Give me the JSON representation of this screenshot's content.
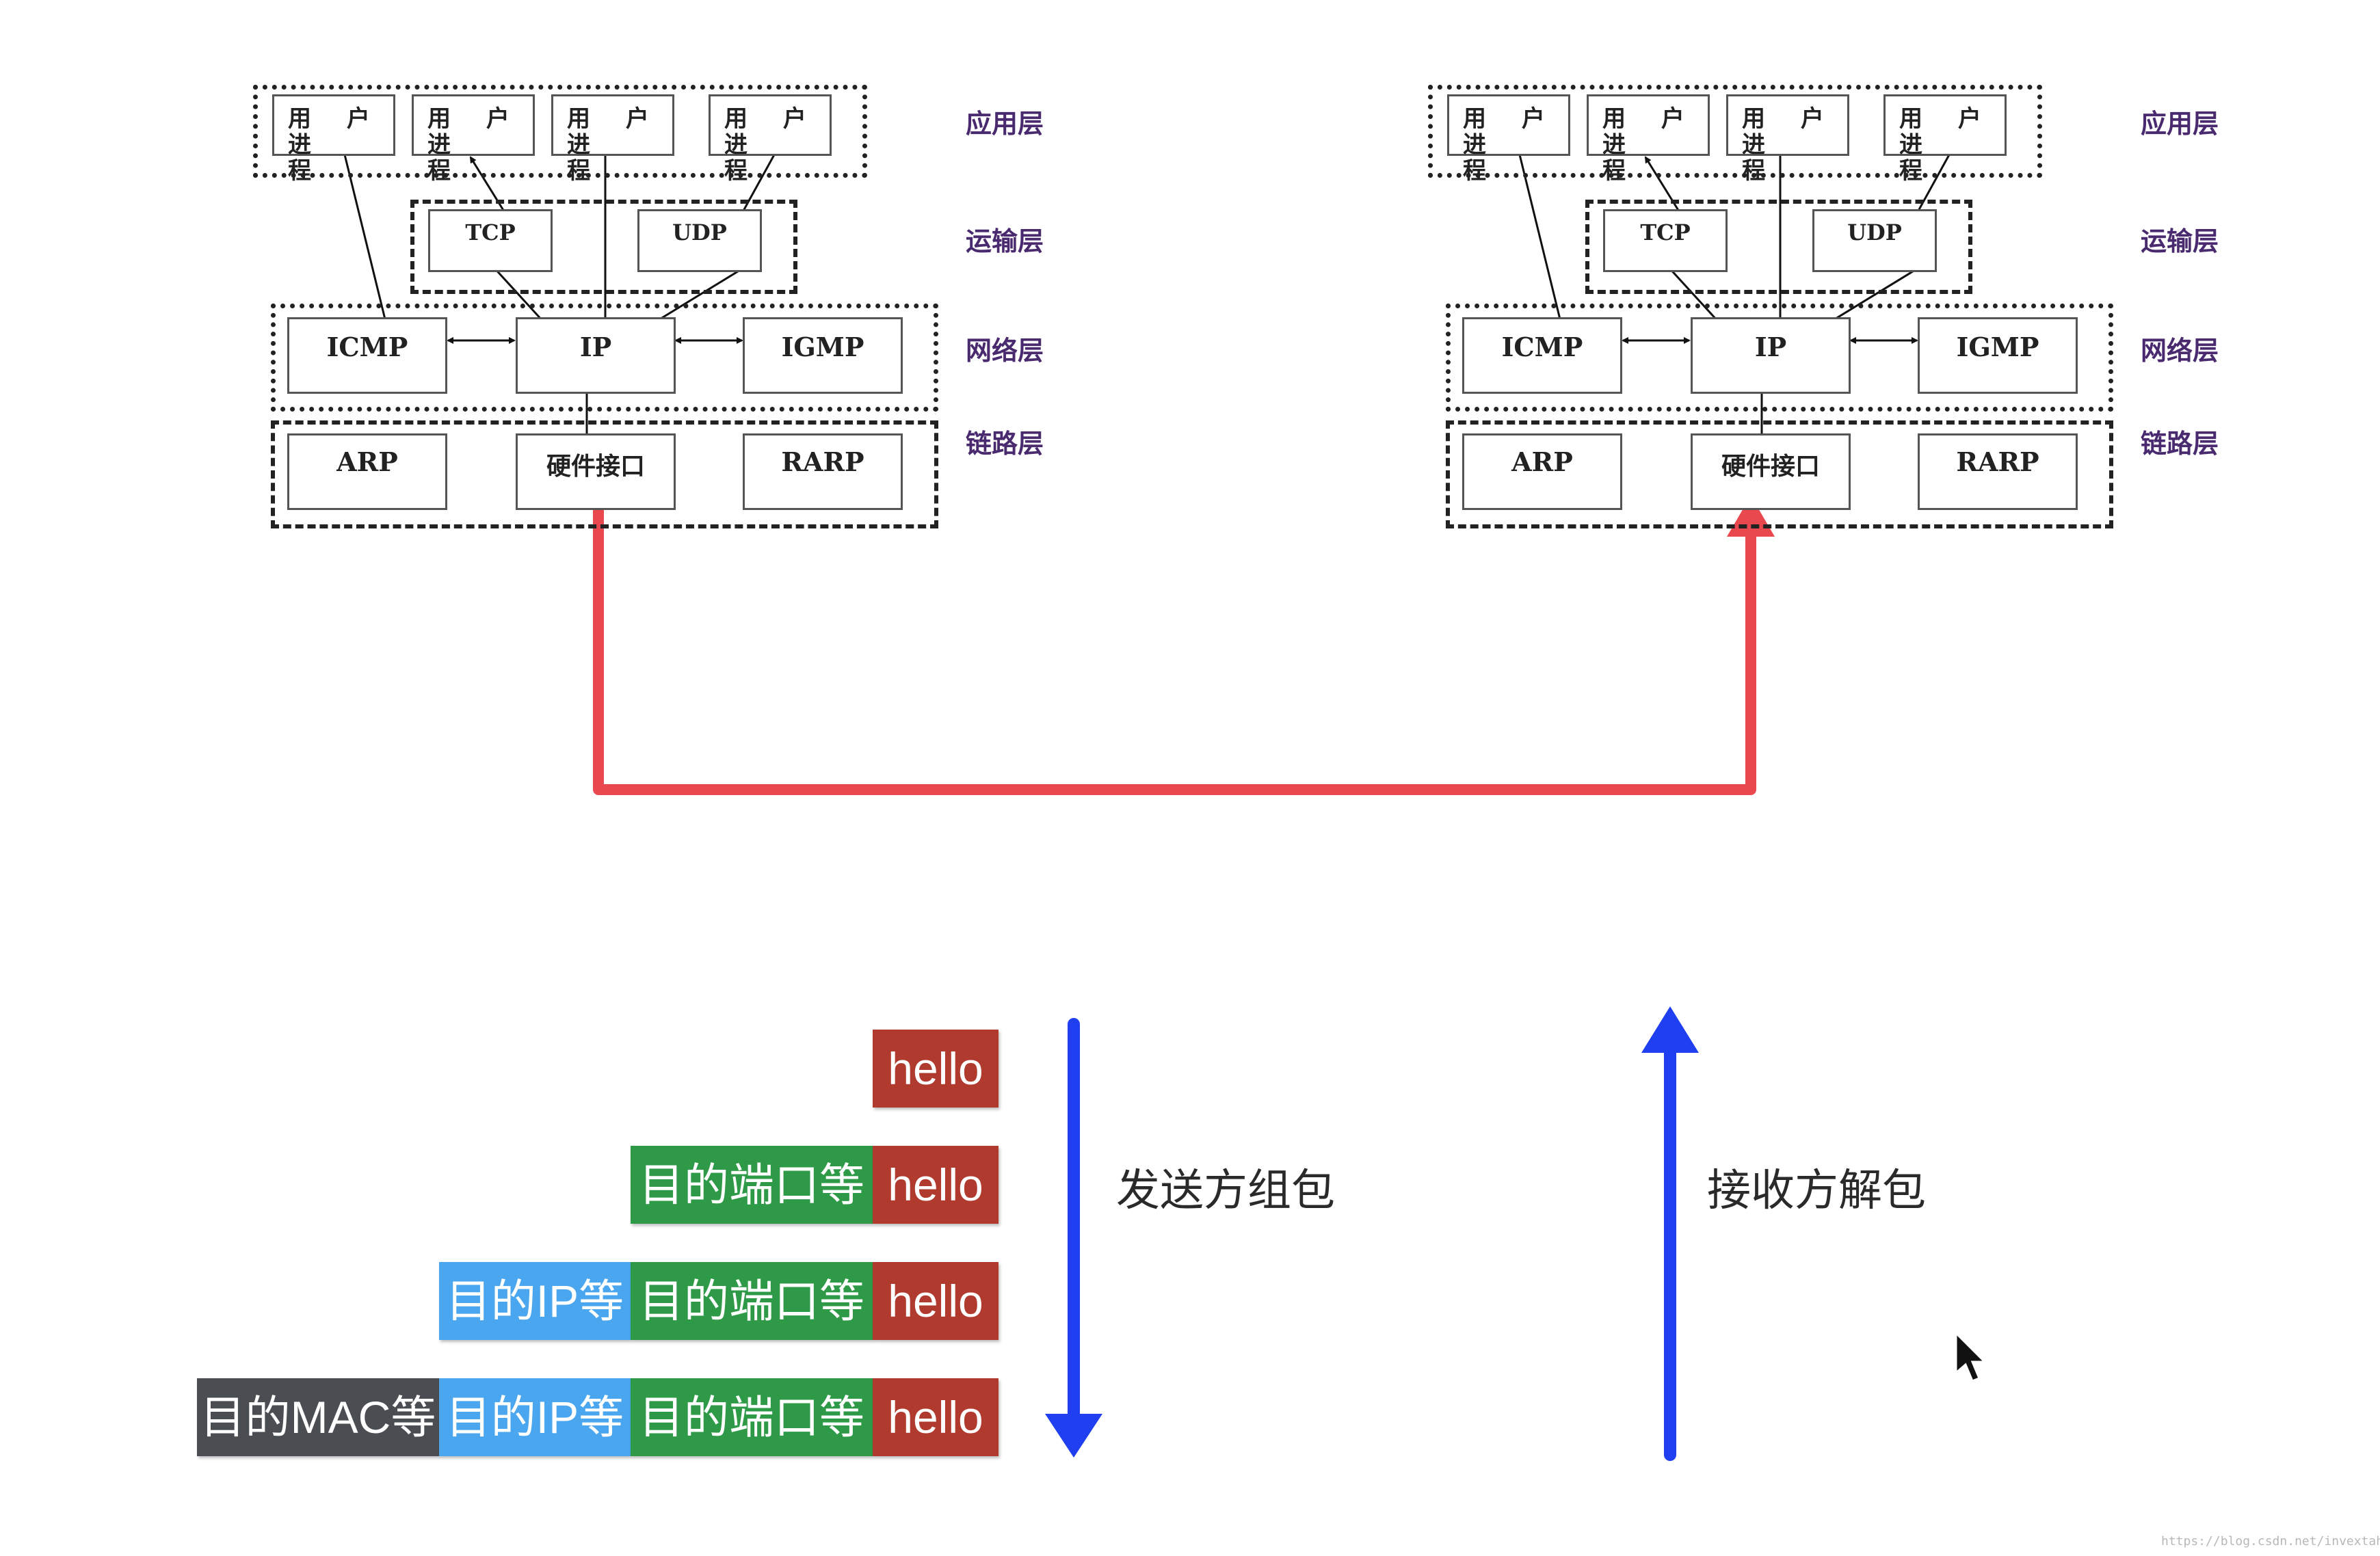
{
  "diagrams": {
    "left": {
      "user_process_label": "用 户 进\n程",
      "tcp": "TCP",
      "udp": "UDP",
      "icmp": "ICMP",
      "ip": "IP",
      "igmp": "IGMP",
      "arp": "ARP",
      "hardware_interface": "硬件接口",
      "rarp": "RARP",
      "layers": {
        "application": "应用层",
        "transport": "运输层",
        "network": "网络层",
        "link": "链路层"
      }
    },
    "right": {
      "user_process_label": "用 户 进\n程",
      "tcp": "TCP",
      "udp": "UDP",
      "icmp": "ICMP",
      "ip": "IP",
      "igmp": "IGMP",
      "arp": "ARP",
      "hardware_interface": "硬件接口",
      "rarp": "RARP",
      "layers": {
        "application": "应用层",
        "transport": "运输层",
        "network": "网络层",
        "link": "链路层"
      }
    }
  },
  "packets": {
    "hello": "hello",
    "port": "目的端口等",
    "ip": "目的IP等",
    "mac": "目的MAC等"
  },
  "captions": {
    "sender": "发送方组包",
    "receiver": "接收方解包"
  },
  "colors": {
    "link_path": "#e8484e",
    "flow_arrows": "#1f3ff0",
    "hello": "#b03a2e",
    "port": "#2e9a47",
    "ip": "#4aa6ee",
    "mac": "#4a4e52"
  },
  "watermark": "https://blog.csdn.net/invextahu"
}
